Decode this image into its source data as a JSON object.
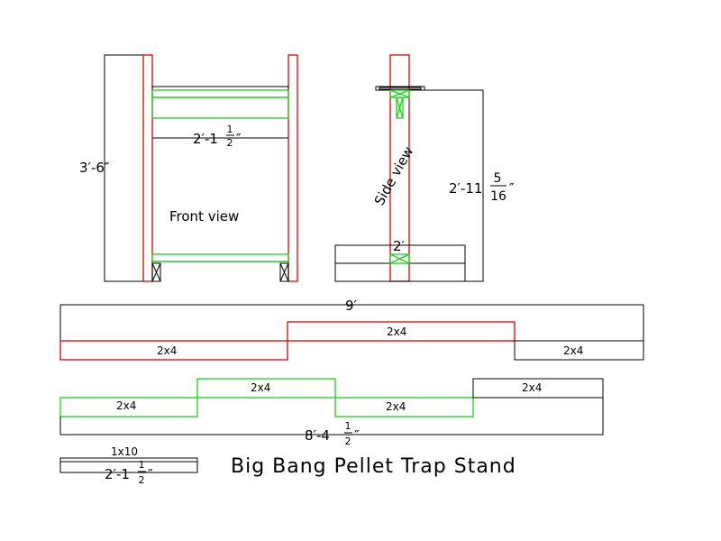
{
  "title": "Big Bang Pellet Trap Stand",
  "front_view": {
    "label": "Front view",
    "height_dim": "3′-6″",
    "width_dim_whole": "2′-1",
    "width_dim_num": "1",
    "width_dim_den": "2",
    "width_dim_inch": "″"
  },
  "side_view": {
    "label": "Side view",
    "top_height_whole": "2′-11",
    "top_height_num": "5",
    "top_height_den": "16",
    "top_height_inch": "″",
    "base_dim": "2′"
  },
  "cut_board_1": {
    "length_dim": "9′",
    "pieces": [
      "2x4",
      "2x4",
      "2x4"
    ]
  },
  "cut_board_2": {
    "length_whole": "8′-4",
    "length_num": "1",
    "length_den": "2",
    "length_inch": "″",
    "pieces": [
      "2x4",
      "2x4",
      "2x4",
      "2x4"
    ]
  },
  "shelf_board": {
    "label": "1x10",
    "length_whole": "2′-1",
    "length_num": "1",
    "length_den": "2",
    "length_inch": "″"
  },
  "colors": {
    "red": "#e00000",
    "green": "#19d219",
    "black": "#000000"
  }
}
